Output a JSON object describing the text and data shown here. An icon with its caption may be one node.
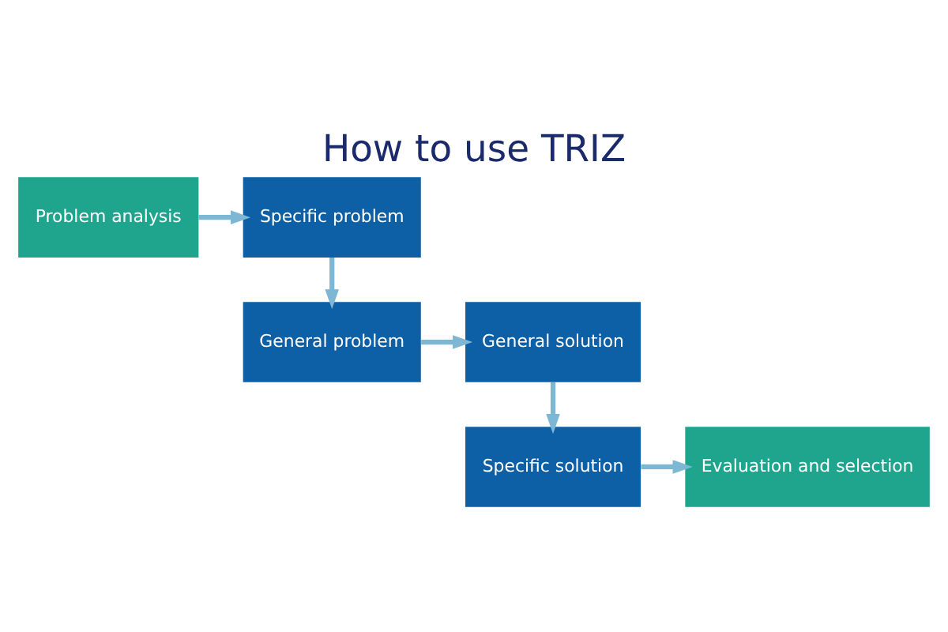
{
  "diagram": {
    "title": "How to use TRIZ",
    "nodes": [
      {
        "text": [
          "Problem analysis"
        ]
      },
      {
        "text": [
          "Specific problem"
        ]
      },
      {
        "text": [
          "General problem"
        ]
      },
      {
        "text": [
          "General solution"
        ]
      },
      {
        "text": [
          "Specific solution"
        ]
      },
      {
        "text": [
          "Evaluation and selection"
        ]
      }
    ],
    "edges": [
      {
        "from": 0,
        "to": 1,
        "arrow": "to"
      },
      {
        "from": 1,
        "to": 2,
        "arrow": "to"
      },
      {
        "from": 2,
        "to": 3,
        "arrow": "to"
      },
      {
        "from": 3,
        "to": 4,
        "arrow": "to"
      },
      {
        "from": 4,
        "to": 5,
        "arrow": "to"
      }
    ]
  }
}
